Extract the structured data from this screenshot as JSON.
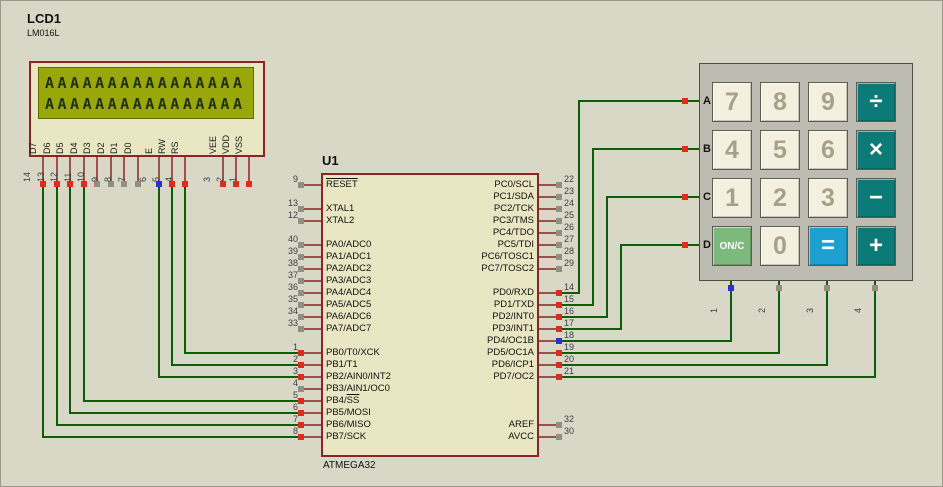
{
  "colors": {
    "canvas_bg": "#d9d8c7",
    "component_fill": "#e9e6c4",
    "component_outline": "#8e2323",
    "wire": "#0b5e0b",
    "lcd_screen": "#99a70b",
    "lcd_text": "#20300a",
    "state_red": "#dd2b1c",
    "state_blue": "#2f2fd0",
    "state_gray": "#8f8f82",
    "keypad_bg": "#bcbcb2",
    "key_num_bg": "#f4f0df",
    "key_num_text": "#a7a18c",
    "key_op_bg": "#0c7a77",
    "key_eq_bg": "#1ba0d0",
    "key_onc_bg": "#7db87d"
  },
  "lcd": {
    "ref": "LCD1",
    "part": "LM016L",
    "line1": "AAAAAAAAAAAAAAAA",
    "line2": "AAAAAAAAAAAAAAAA",
    "pins": [
      {
        "num": "14",
        "name": "D7",
        "state": "red"
      },
      {
        "num": "13",
        "name": "D6",
        "state": "red"
      },
      {
        "num": "12",
        "name": "D5",
        "state": "red"
      },
      {
        "num": "11",
        "name": "D4",
        "state": "red"
      },
      {
        "num": "10",
        "name": "D3",
        "state": "gray"
      },
      {
        "num": "9",
        "name": "D2",
        "state": "gray"
      },
      {
        "num": "8",
        "name": "D1",
        "state": "gray"
      },
      {
        "num": "7",
        "name": "D0",
        "state": "gray"
      },
      {
        "num": "6",
        "name": "E",
        "state": "blue"
      },
      {
        "num": "5",
        "name": "RW",
        "state": "red"
      },
      {
        "num": "4",
        "name": "RS",
        "state": "red"
      },
      {
        "num": "3",
        "name": "VEE",
        "state": "red"
      },
      {
        "num": "2",
        "name": "VDD",
        "state": "red"
      },
      {
        "num": "1",
        "name": "VSS",
        "state": "red"
      }
    ]
  },
  "mcu": {
    "ref": "U1",
    "part": "ATMEGA32",
    "left_pins": [
      {
        "num": "9",
        "name": "RESET",
        "ol": true,
        "state": "gray"
      },
      {
        "num": "13",
        "name": "XTAL1",
        "state": "gray"
      },
      {
        "num": "12",
        "name": "XTAL2",
        "state": "gray"
      },
      {
        "num": "40",
        "name": "PA0/ADC0",
        "state": "gray"
      },
      {
        "num": "39",
        "name": "PA1/ADC1",
        "state": "gray"
      },
      {
        "num": "38",
        "name": "PA2/ADC2",
        "state": "gray"
      },
      {
        "num": "37",
        "name": "PA3/ADC3",
        "state": "gray"
      },
      {
        "num": "36",
        "name": "PA4/ADC4",
        "state": "gray"
      },
      {
        "num": "35",
        "name": "PA5/ADC5",
        "state": "gray"
      },
      {
        "num": "34",
        "name": "PA6/ADC6",
        "state": "gray"
      },
      {
        "num": "33",
        "name": "PA7/ADC7",
        "state": "gray"
      },
      {
        "num": "1",
        "name": "PB0/T0/XCK",
        "state": "red"
      },
      {
        "num": "2",
        "name": "PB1/T1",
        "state": "red"
      },
      {
        "num": "3",
        "name": "PB2/AIN0/INT2",
        "state": "red"
      },
      {
        "num": "4",
        "name": "PB3/AIN1/OC0",
        "state": "gray"
      },
      {
        "num": "5",
        "name": "PB4/",
        "name_ol": "SS",
        "state": "red"
      },
      {
        "num": "6",
        "name": "PB5/MOSI",
        "state": "red"
      },
      {
        "num": "7",
        "name": "PB6/MISO",
        "state": "red"
      },
      {
        "num": "8",
        "name": "PB7/SCK",
        "state": "red"
      }
    ],
    "right_pins": [
      {
        "num": "22",
        "name": "PC0/SCL",
        "state": "gray"
      },
      {
        "num": "23",
        "name": "PC1/SDA",
        "state": "gray"
      },
      {
        "num": "24",
        "name": "PC2/TCK",
        "state": "gray"
      },
      {
        "num": "25",
        "name": "PC3/TMS",
        "state": "gray"
      },
      {
        "num": "26",
        "name": "PC4/TDO",
        "state": "gray"
      },
      {
        "num": "27",
        "name": "PC5/TDI",
        "state": "gray"
      },
      {
        "num": "28",
        "name": "PC6/TOSC1",
        "state": "gray"
      },
      {
        "num": "29",
        "name": "PC7/TOSC2",
        "state": "gray"
      },
      {
        "num": "14",
        "name": "PD0/RXD",
        "state": "red"
      },
      {
        "num": "15",
        "name": "PD1/TXD",
        "state": "red"
      },
      {
        "num": "16",
        "name": "PD2/INT0",
        "state": "red"
      },
      {
        "num": "17",
        "name": "PD3/INT1",
        "state": "red"
      },
      {
        "num": "18",
        "name": "PD4/OC1B",
        "state": "blue"
      },
      {
        "num": "19",
        "name": "PD5/OC1A",
        "state": "red"
      },
      {
        "num": "20",
        "name": "PD6/ICP1",
        "state": "red"
      },
      {
        "num": "21",
        "name": "PD7/OC2",
        "state": "red"
      },
      {
        "num": "32",
        "name": "AREF",
        "state": "gray"
      },
      {
        "num": "30",
        "name": "AVCC",
        "state": "gray"
      }
    ]
  },
  "keypad": {
    "rows": [
      {
        "label": "A",
        "state": "red"
      },
      {
        "label": "B",
        "state": "red"
      },
      {
        "label": "C",
        "state": "red"
      },
      {
        "label": "D",
        "state": "red"
      }
    ],
    "cols": [
      {
        "label": "1",
        "state": "blue"
      },
      {
        "label": "2",
        "state": "gray"
      },
      {
        "label": "3",
        "state": "gray"
      },
      {
        "label": "4",
        "state": "gray"
      }
    ],
    "buttons": [
      [
        {
          "label": "7",
          "type": "num"
        },
        {
          "label": "8",
          "type": "num"
        },
        {
          "label": "9",
          "type": "num"
        },
        {
          "label": "÷",
          "type": "op"
        }
      ],
      [
        {
          "label": "4",
          "type": "num"
        },
        {
          "label": "5",
          "type": "num"
        },
        {
          "label": "6",
          "type": "num"
        },
        {
          "label": "×",
          "type": "op"
        }
      ],
      [
        {
          "label": "1",
          "type": "num"
        },
        {
          "label": "2",
          "type": "num"
        },
        {
          "label": "3",
          "type": "num"
        },
        {
          "label": "−",
          "type": "op"
        }
      ],
      [
        {
          "label": "ON/C",
          "type": "onc"
        },
        {
          "label": "0",
          "type": "num"
        },
        {
          "label": "=",
          "type": "eq"
        },
        {
          "label": "+",
          "type": "op"
        }
      ]
    ]
  }
}
